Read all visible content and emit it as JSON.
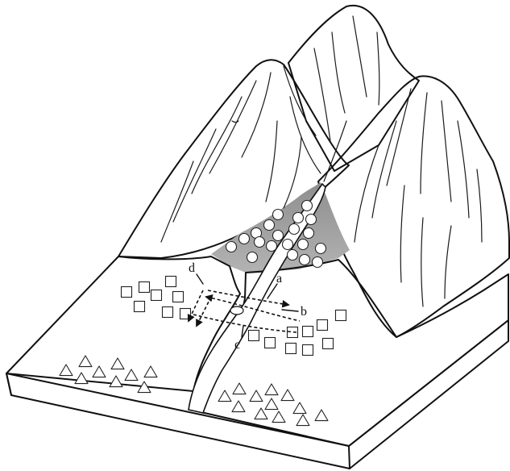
{
  "labels": {
    "a": "a",
    "b": "b",
    "c": "c",
    "d": "d"
  },
  "colors": {
    "plain": "#a9a9a9",
    "mountain_dark": "#5f5f5f",
    "mountain_mid": "#8c8c8c",
    "mountain_light": "#c9c9c9",
    "river": "#ffffff",
    "base_side": "#ffffff",
    "outline": "#111111"
  },
  "legend_markers": {
    "circle": "circle-sediment",
    "square": "square-sediment",
    "triangle": "triangle-sediment"
  }
}
